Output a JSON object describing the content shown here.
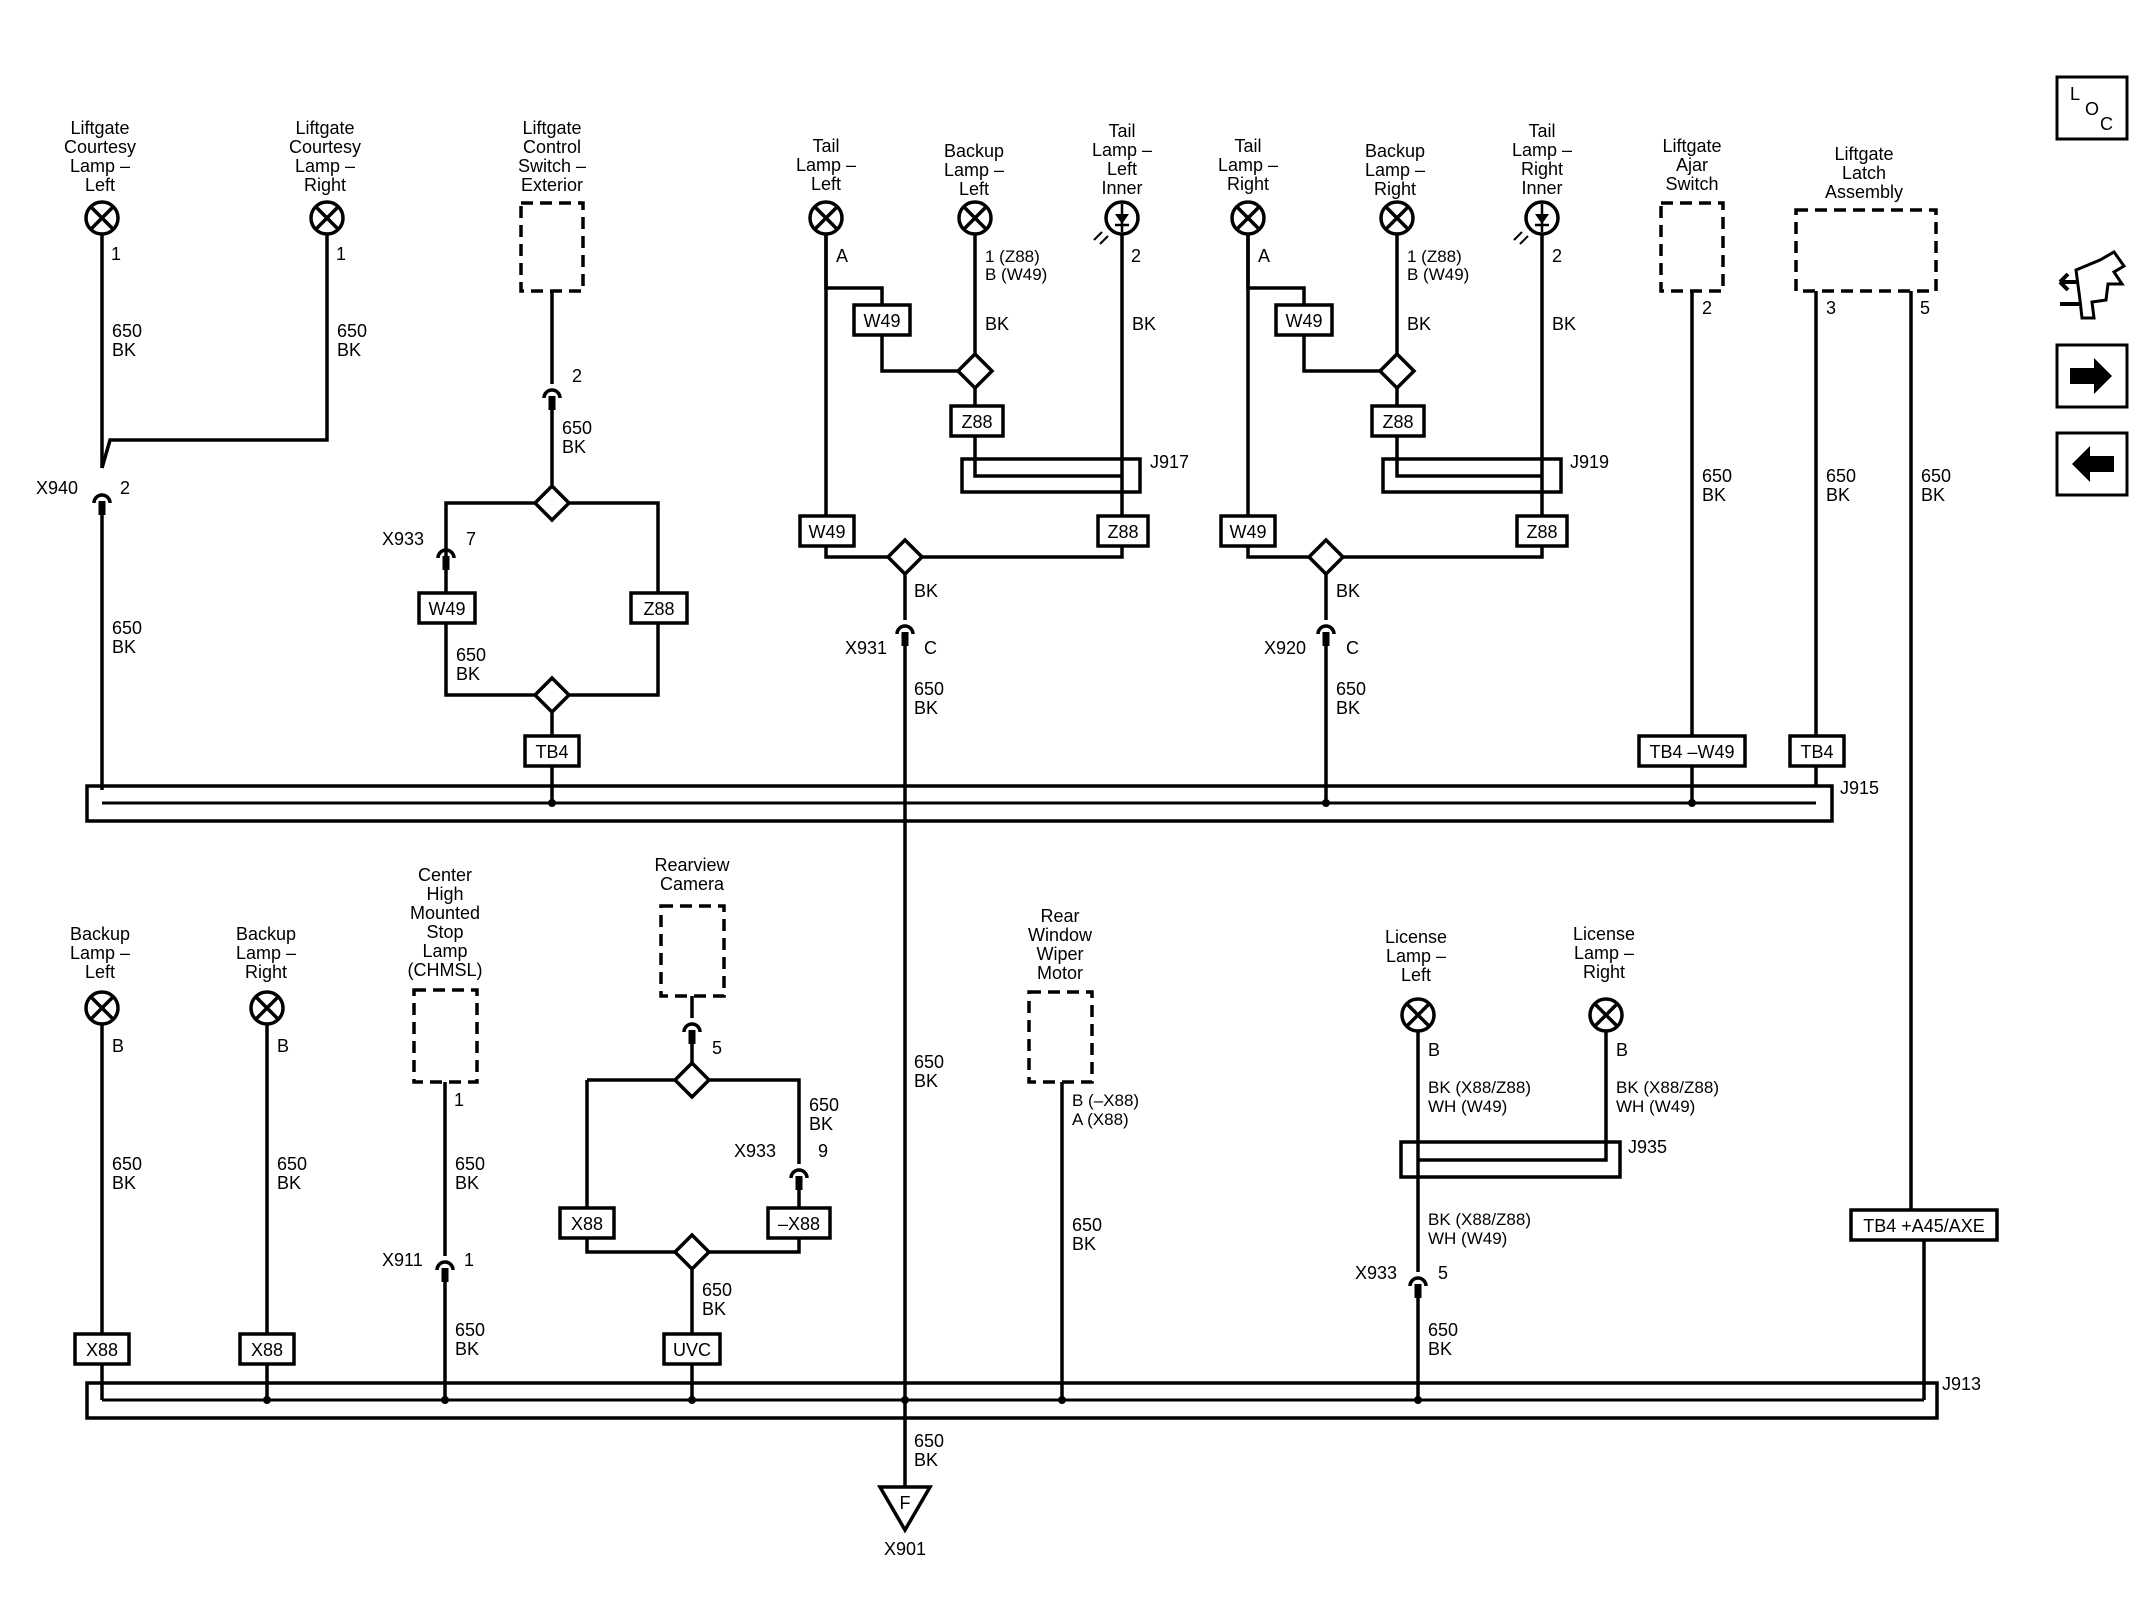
{
  "components": {
    "liftgate_courtesy_lamp_left": [
      "Liftgate",
      "Courtesy",
      "Lamp –",
      "Left"
    ],
    "liftgate_courtesy_lamp_right": [
      "Liftgate",
      "Courtesy",
      "Lamp –",
      "Right"
    ],
    "liftgate_control_switch_exterior": [
      "Liftgate",
      "Control",
      "Switch –",
      "Exterior"
    ],
    "tail_lamp_left": [
      "Tail",
      "Lamp –",
      "Left"
    ],
    "backup_lamp_left_top": [
      "Backup",
      "Lamp –",
      "Left"
    ],
    "tail_lamp_left_inner": [
      "Tail",
      "Lamp –",
      "Left",
      "Inner"
    ],
    "tail_lamp_right": [
      "Tail",
      "Lamp –",
      "Right"
    ],
    "backup_lamp_right_top": [
      "Backup",
      "Lamp –",
      "Right"
    ],
    "tail_lamp_right_inner": [
      "Tail",
      "Lamp –",
      "Right",
      "Inner"
    ],
    "liftgate_ajar_switch": [
      "Liftgate",
      "Ajar",
      "Switch"
    ],
    "liftgate_latch_assembly": [
      "Liftgate",
      "Latch",
      "Assembly"
    ],
    "backup_lamp_left_bottom": [
      "Backup",
      "Lamp –",
      "Left"
    ],
    "backup_lamp_right_bottom": [
      "Backup",
      "Lamp –",
      "Right"
    ],
    "chmsl": [
      "Center",
      "High",
      "Mounted",
      "Stop",
      "Lamp",
      "(CHMSL)"
    ],
    "rearview_camera": [
      "Rearview",
      "Camera"
    ],
    "rear_window_wiper_motor": [
      "Rear",
      "Window",
      "Wiper",
      "Motor"
    ],
    "license_lamp_left": [
      "License",
      "Lamp –",
      "Left"
    ],
    "license_lamp_right": [
      "License",
      "Lamp –",
      "Right"
    ]
  },
  "pins": {
    "p1": "1",
    "p2": "2",
    "p3": "3",
    "p5": "5",
    "p7": "7",
    "p9": "9",
    "pA": "A",
    "pB": "B",
    "pC": "C",
    "p1_z88_b_w49": [
      "1 (Z88)",
      "B (W49)"
    ],
    "p_b_x88_a_x88": [
      "B (–X88)",
      "A (X88)"
    ]
  },
  "wires": {
    "w650bk": [
      "650",
      "BK"
    ],
    "bk": "BK",
    "bk_wh": [
      "BK (X88/Z88)",
      "WH (W49)"
    ]
  },
  "connectors": {
    "x940": "X940",
    "x933": "X933",
    "x931": "X931",
    "x920": "X920",
    "x911": "X911",
    "x901": "X901",
    "ground_symbol": "F"
  },
  "splices": {
    "j917": "J917",
    "j919": "J919",
    "j915": "J915",
    "j913": "J913",
    "j935": "J935"
  },
  "option_boxes": {
    "w49": "W49",
    "z88": "Z88",
    "tb4": "TB4",
    "tb4_w49": "TB4 –W49",
    "x88": "X88",
    "neg_x88": "–X88",
    "uvc": "UVC",
    "tb4_a45": "TB4 +A45/AXE"
  },
  "side_panel": {
    "loc_letters": [
      "L",
      "O",
      "C"
    ]
  }
}
